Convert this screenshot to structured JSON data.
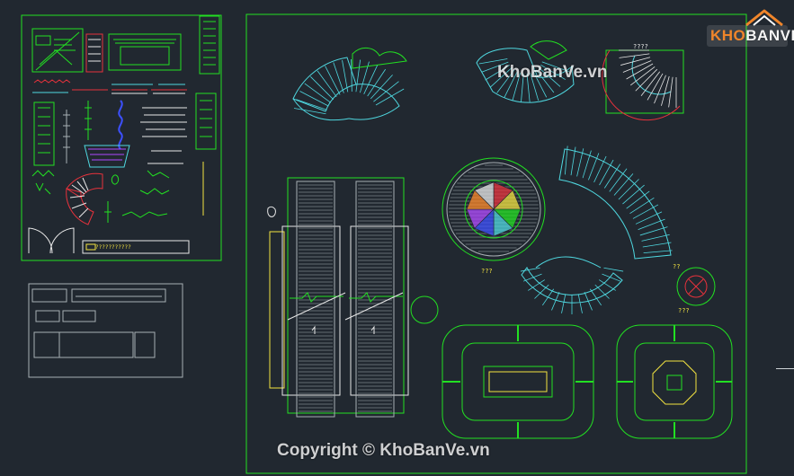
{
  "watermark": {
    "center": "KhoBanVe.vn",
    "bottom": "Copyright © KhoBanVe.vn"
  },
  "logo": {
    "part1": "KHO",
    "part2": "BANVE"
  },
  "annotations": {
    "spiral_stair_note": "????",
    "legend_bar": "???????????",
    "round_plaza": "???",
    "small_circle": "??",
    "small_circle_label": "???"
  },
  "colors": {
    "background": "#212830",
    "frame_green": "#22e022",
    "cyan": "#4fd8e0",
    "yellow": "#f2e340",
    "red": "#e8323c",
    "white": "#e8e8e8",
    "grey": "#a8b0b4",
    "logo_orange": "#f0852a"
  }
}
